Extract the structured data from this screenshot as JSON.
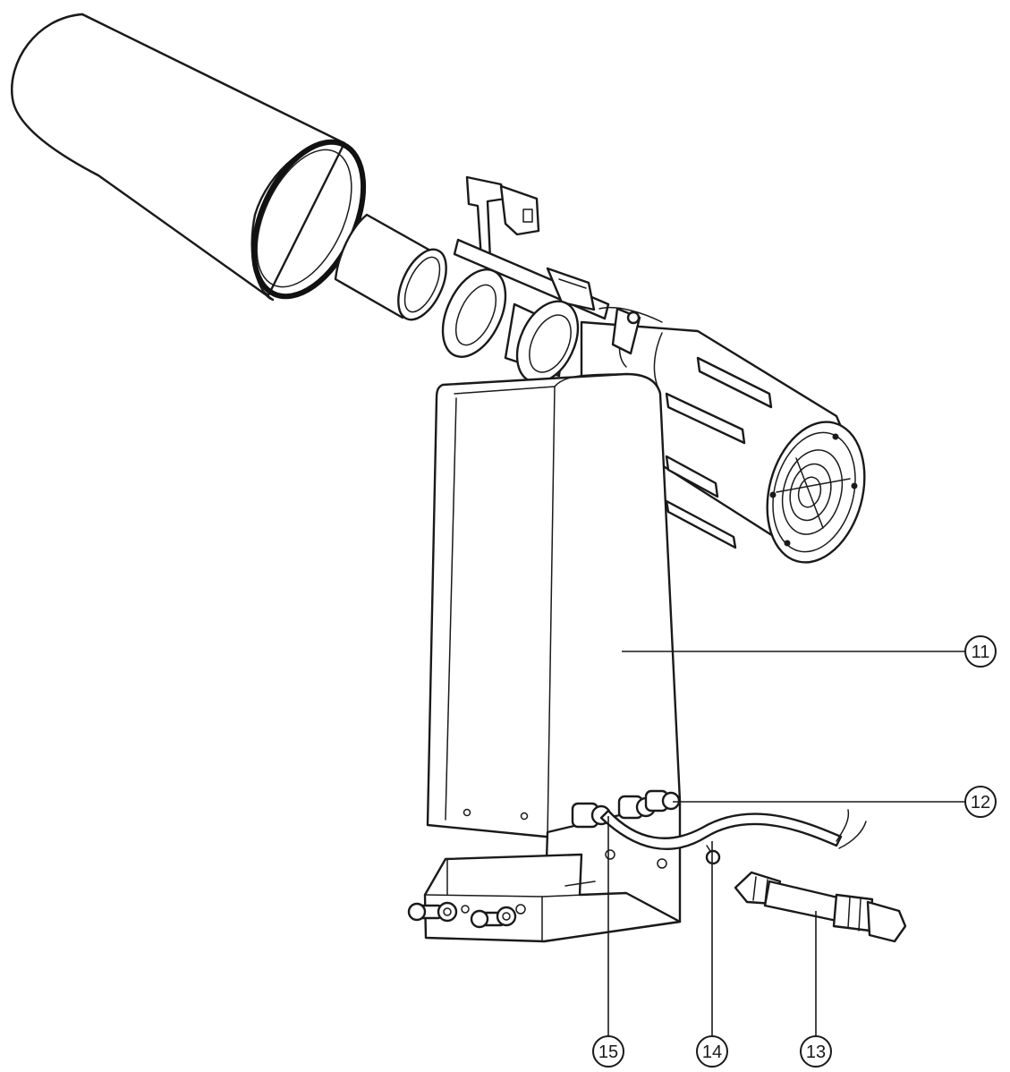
{
  "callouts": [
    {
      "id": "11",
      "label": "11"
    },
    {
      "id": "12",
      "label": "12"
    },
    {
      "id": "13",
      "label": "13"
    },
    {
      "id": "14",
      "label": "14"
    },
    {
      "id": "15",
      "label": "15"
    }
  ]
}
